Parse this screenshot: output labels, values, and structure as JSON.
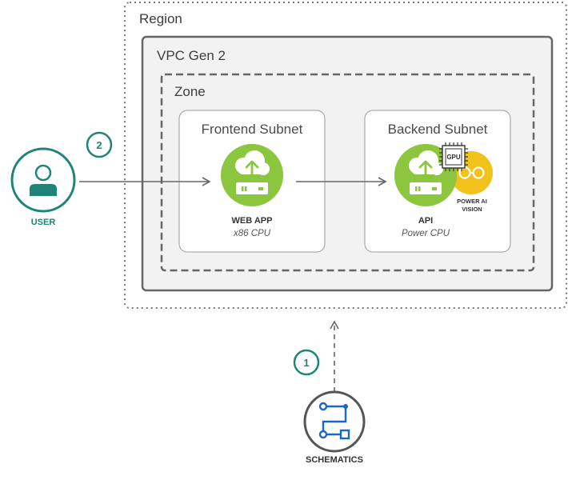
{
  "containers": {
    "region": "Region",
    "vpc": "VPC Gen 2",
    "zone": "Zone",
    "frontend_subnet": "Frontend Subnet",
    "backend_subnet": "Backend Subnet"
  },
  "nodes": {
    "user": "USER",
    "web_app": {
      "name": "WEB APP",
      "detail": "x86 CPU"
    },
    "api": {
      "name": "API",
      "detail": "Power CPU"
    },
    "power_ai": {
      "line1": "POWER AI",
      "line2": "VISION"
    },
    "gpu": "GPU",
    "schematics": "SCHEMATICS"
  },
  "steps": {
    "one": "1",
    "two": "2"
  },
  "colors": {
    "teal": "#1f8476",
    "green": "#8cc63f",
    "yellow": "#f1c21b",
    "border": "#666666"
  },
  "icons": [
    "user-icon",
    "cloud-upload-server-icon",
    "gpu-chip-icon",
    "ai-vision-icon",
    "schematics-flow-icon"
  ]
}
